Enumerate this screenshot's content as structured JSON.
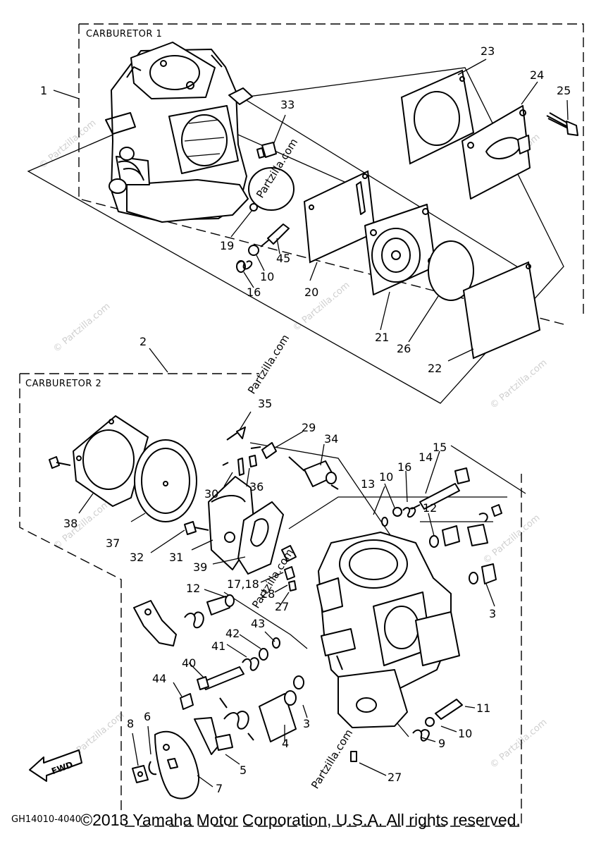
{
  "sections": {
    "carb1": "CARBURETOR 1",
    "carb2": "CARBURETOR 2"
  },
  "diagram_code": "GH14010-4040",
  "watermark": "Partzilla.com",
  "watermark_faint": "© Partzilla.com",
  "fwd_label": "FWD",
  "copyright": "©2013 Yamaha Motor Corporation, U.S.A. All rights reserved.",
  "labels": {
    "n1": "1",
    "n2": "2",
    "n3a": "3",
    "n3b": "3",
    "n4": "4",
    "n5": "5",
    "n6": "6",
    "n7": "7",
    "n8": "8",
    "n9": "9",
    "n10a": "10",
    "n10b": "10",
    "n10c": "10",
    "n11": "11",
    "n12a": "12",
    "n12b": "12",
    "n13": "13",
    "n14": "14",
    "n15": "15",
    "n16a": "16",
    "n16b": "16",
    "n1718": "17,18",
    "n19": "19",
    "n20": "20",
    "n21": "21",
    "n22": "22",
    "n23": "23",
    "n24": "24",
    "n25": "25",
    "n26": "26",
    "n27a": "27",
    "n27b": "27",
    "n28": "28",
    "n29": "29",
    "n30": "30",
    "n31": "31",
    "n32": "32",
    "n33": "33",
    "n34": "34",
    "n35": "35",
    "n36": "36",
    "n37": "37",
    "n38": "38",
    "n39": "39",
    "n40": "40",
    "n41": "41",
    "n42": "42",
    "n43": "43",
    "n44": "44",
    "n45": "45"
  }
}
